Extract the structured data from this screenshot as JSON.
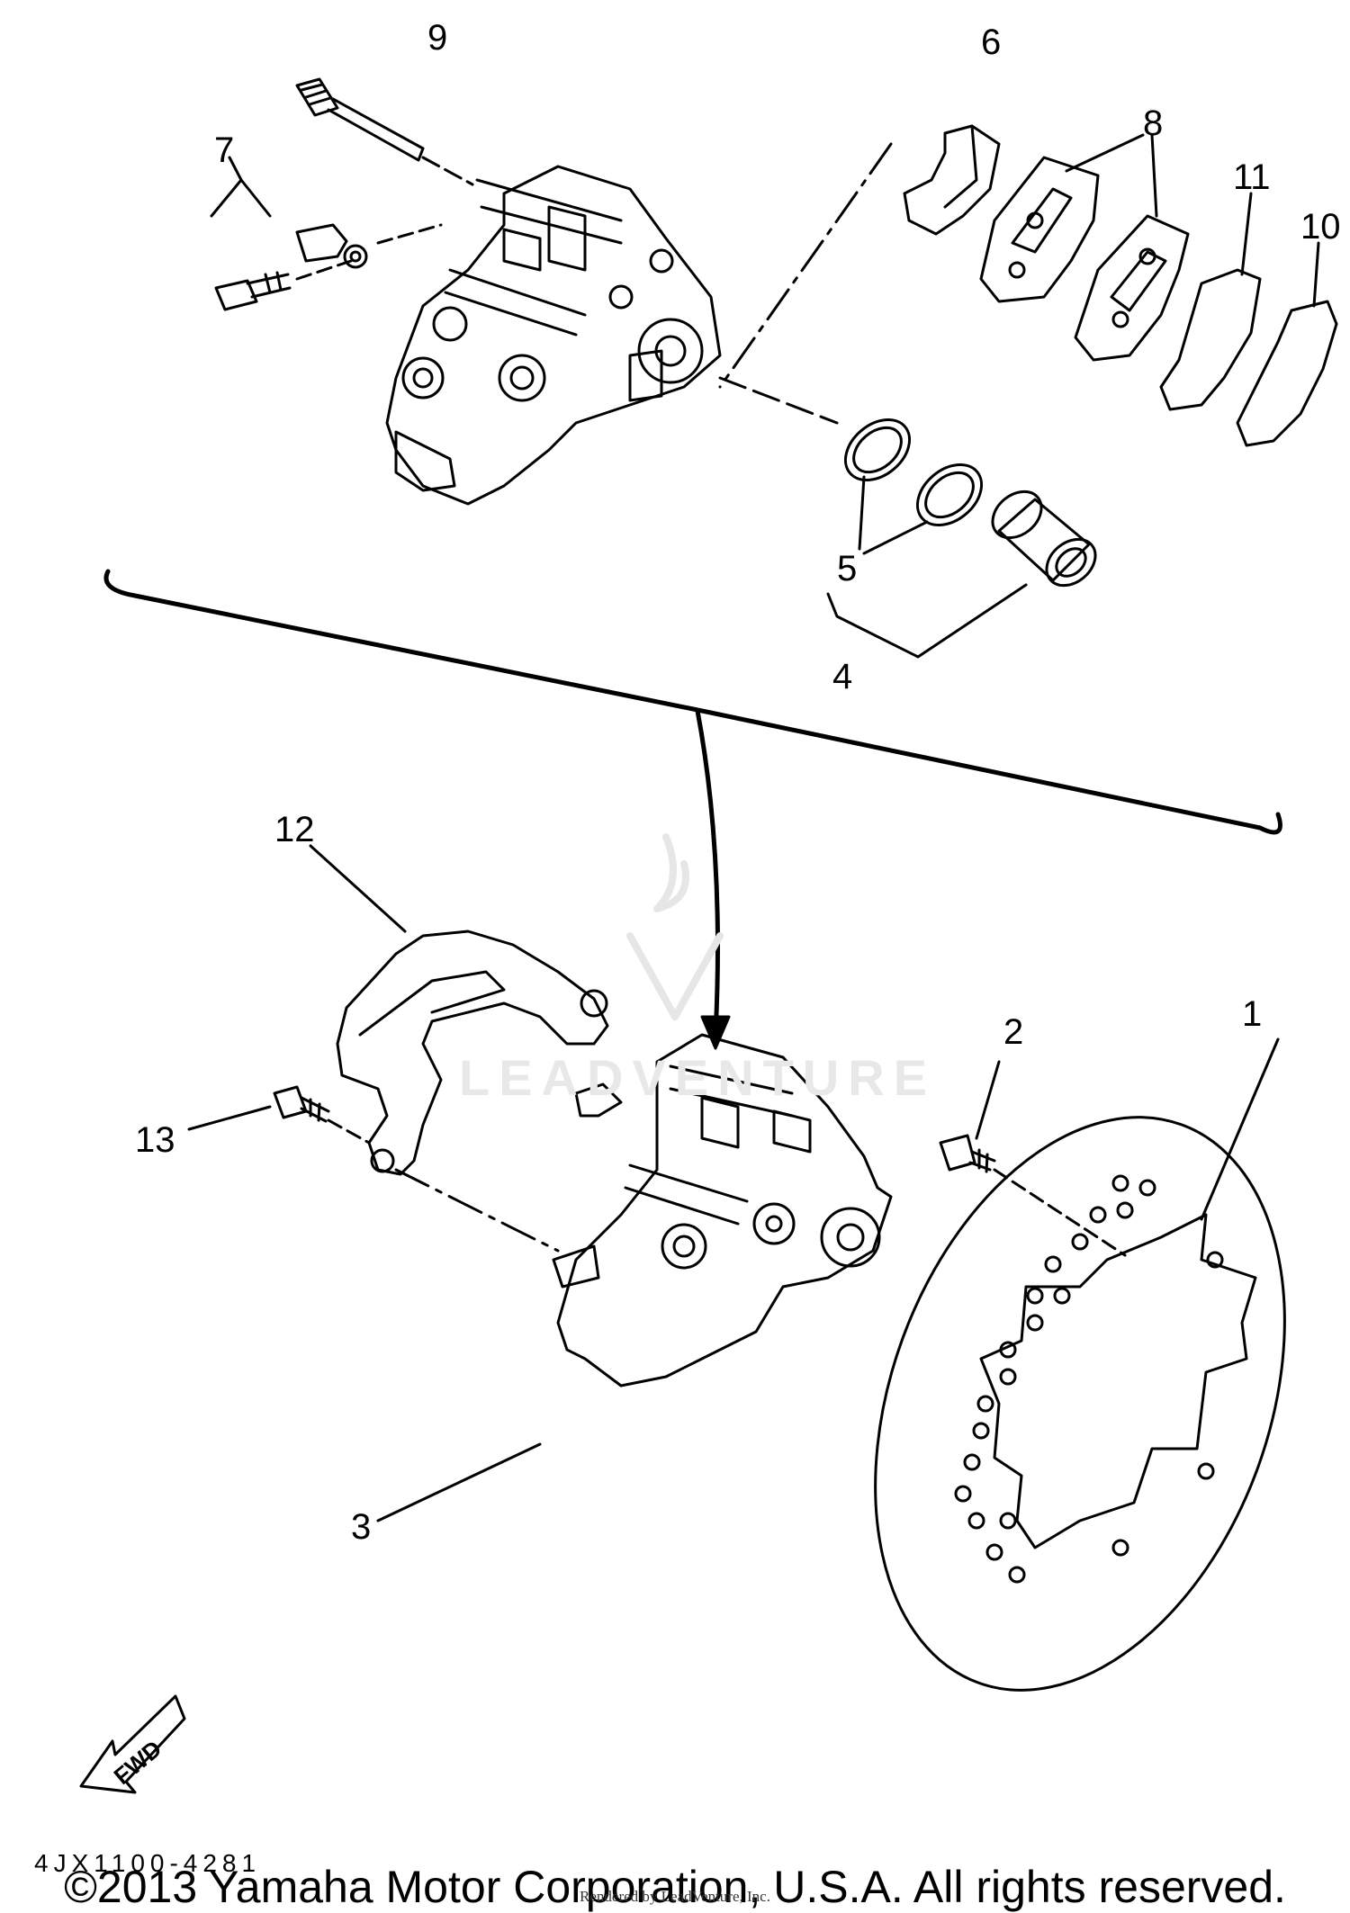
{
  "parts": [
    {
      "number": "1",
      "part": "brake disc"
    },
    {
      "number": "2",
      "part": "disc bolt"
    },
    {
      "number": "3",
      "part": "caliper assembly"
    },
    {
      "number": "4",
      "part": "piston"
    },
    {
      "number": "5",
      "part": "piston seals"
    },
    {
      "number": "6",
      "part": "pad spring"
    },
    {
      "number": "7",
      "part": "bleed screw set"
    },
    {
      "number": "8",
      "part": "brake pads"
    },
    {
      "number": "9",
      "part": "pad pin"
    },
    {
      "number": "10",
      "part": "pad shim"
    },
    {
      "number": "11",
      "part": "pad shim"
    },
    {
      "number": "12",
      "part": "caliper bracket"
    },
    {
      "number": "13",
      "part": "bracket bolt"
    }
  ],
  "labels": {
    "p1": "1",
    "p2": "2",
    "p3": "3",
    "p4": "4",
    "p5": "5",
    "p6": "6",
    "p7": "7",
    "p8": "8",
    "p9": "9",
    "p10": "10",
    "p11": "11",
    "p12": "12",
    "p13": "13"
  },
  "fwd_label": "FWD",
  "diagram_code": "4JX1100-4281",
  "copyright": "©2013 Yamaha Motor Corporation, U.S.A. All rights reserved.",
  "rendered_by": "Rendered by LeadVenture, Inc.",
  "watermark": "LEADVENTURE",
  "colors": {
    "line": "#000000",
    "background": "#ffffff",
    "watermark": "#e8e8e8"
  }
}
